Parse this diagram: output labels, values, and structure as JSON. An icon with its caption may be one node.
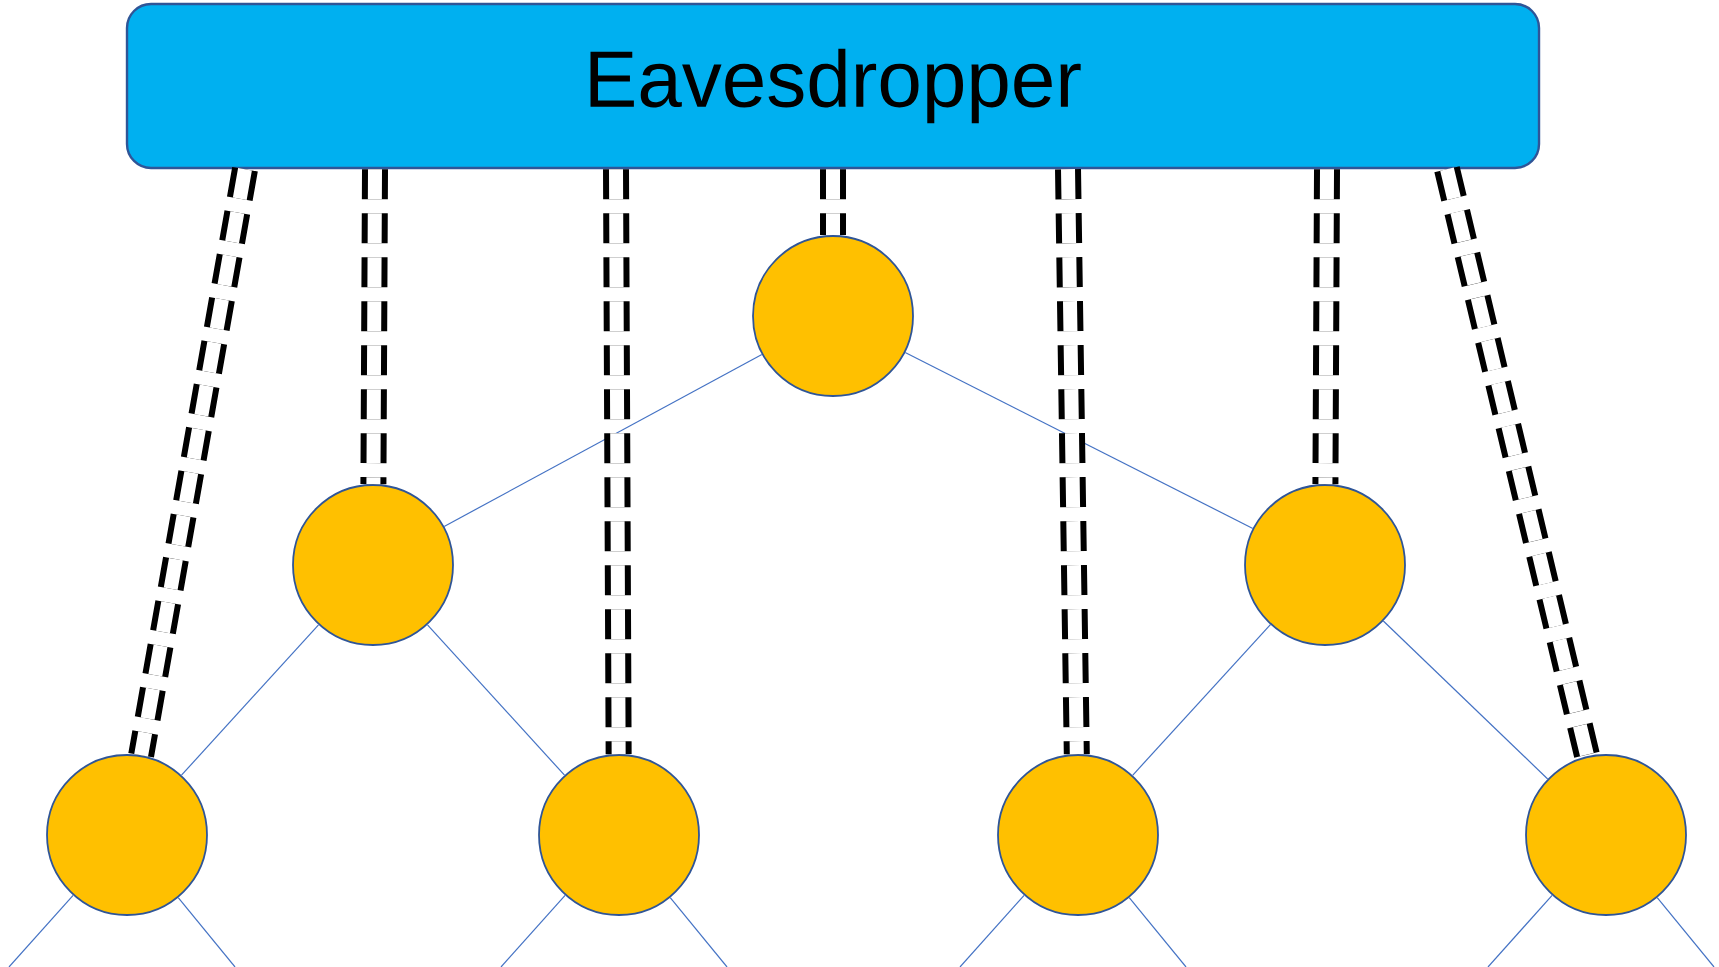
{
  "diagram": {
    "nodes": [
      {
        "text": [
          "Eavesdropper"
        ]
      },
      {
        "text": [],
        "shape": "circle"
      },
      {
        "text": [],
        "shape": "circle"
      },
      {
        "text": [],
        "shape": "circle"
      },
      {
        "text": [],
        "shape": "circle"
      },
      {
        "text": [],
        "shape": "circle"
      },
      {
        "text": [],
        "shape": "circle"
      },
      {
        "text": [],
        "shape": "circle"
      }
    ],
    "edges": [
      {
        "from": 1,
        "to": 2,
        "arrow": "none"
      },
      {
        "from": 1,
        "to": 3,
        "arrow": "none"
      },
      {
        "from": 2,
        "to": 4,
        "arrow": "none"
      },
      {
        "from": 2,
        "to": 5,
        "arrow": "none"
      },
      {
        "from": 3,
        "to": 6,
        "arrow": "none"
      },
      {
        "from": 3,
        "to": 7,
        "arrow": "none"
      },
      {
        "from": 4,
        "to": null,
        "arrow": "none"
      },
      {
        "from": 4,
        "to": null,
        "arrow": "none"
      },
      {
        "from": 5,
        "to": null,
        "arrow": "none"
      },
      {
        "from": 5,
        "to": null,
        "arrow": "none"
      },
      {
        "from": 6,
        "to": null,
        "arrow": "none"
      },
      {
        "from": 6,
        "to": null,
        "arrow": "none"
      },
      {
        "from": 7,
        "to": null,
        "arrow": "none"
      },
      {
        "from": 7,
        "to": null,
        "arrow": "none"
      },
      {
        "from": 0,
        "to": 1,
        "arrow": "none",
        "style": "dashed",
        "color": "#000000"
      },
      {
        "from": 0,
        "to": 2,
        "arrow": "none",
        "style": "dashed",
        "color": "#000000"
      },
      {
        "from": 0,
        "to": 3,
        "arrow": "none",
        "style": "dashed",
        "color": "#000000"
      },
      {
        "from": 0,
        "to": 4,
        "arrow": "none",
        "style": "dashed",
        "color": "#000000"
      },
      {
        "from": 0,
        "to": 5,
        "arrow": "none",
        "style": "dashed",
        "color": "#000000"
      },
      {
        "from": 0,
        "to": 6,
        "arrow": "none",
        "style": "dashed",
        "color": "#000000"
      },
      {
        "from": 0,
        "to": 7,
        "arrow": "none",
        "style": "dashed",
        "color": "#000000"
      }
    ]
  }
}
